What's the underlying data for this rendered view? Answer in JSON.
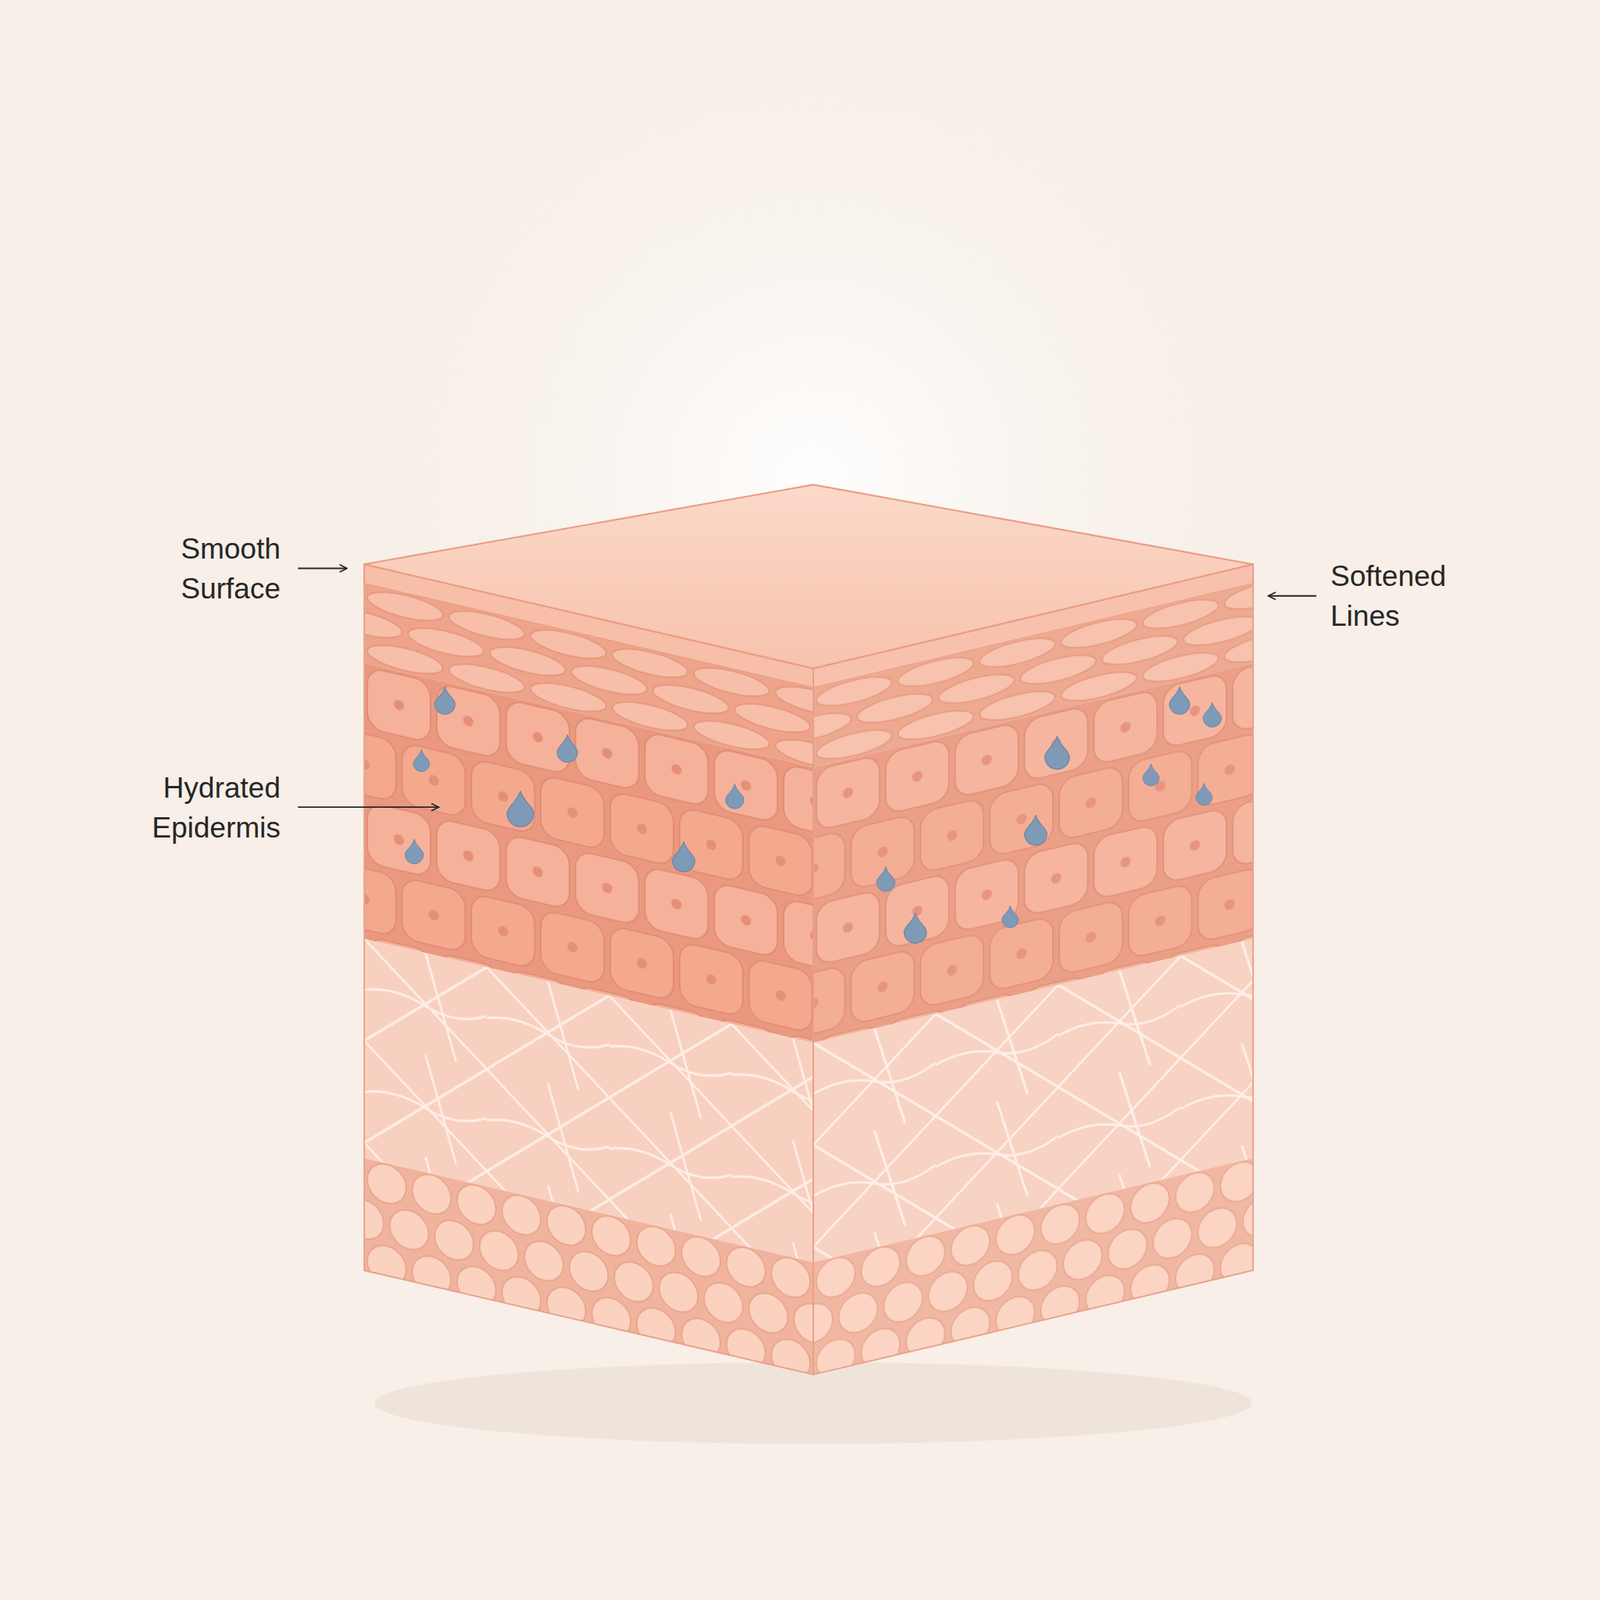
{
  "diagram": {
    "labels": [
      "Smooth Surface",
      "Softened Lines",
      "Hydrated Epidermis"
    ]
  }
}
